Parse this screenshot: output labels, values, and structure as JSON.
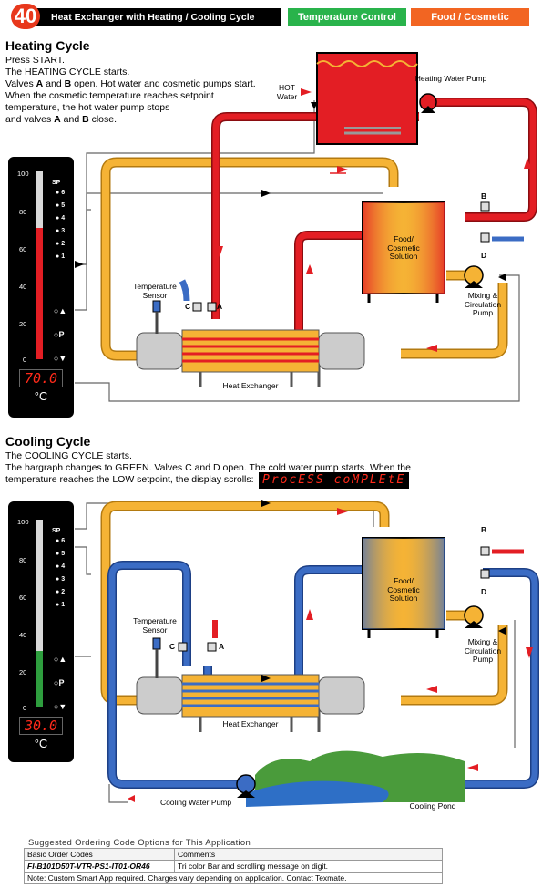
{
  "header": {
    "number": "40",
    "title": "Heat Exchanger with Heating / Cooling Cycle Control.",
    "tag_1": "Temperature Control",
    "tag_2": "Food / Cosmetic"
  },
  "heating": {
    "title": "Heating Cycle",
    "line_1": "Press START.",
    "line_2": "The HEATING CYCLE starts.",
    "line_3a": "Valves ",
    "valve_a": "A",
    "line_3b": " and ",
    "valve_b": "B",
    "line_3c": " open. Hot water  and cosmetic pumps start.",
    "line_4": "When  the  cosmetic  temperature  reaches  setpoint",
    "line_5": "temperature, the hot water pump stops",
    "line_6a": "and valves ",
    "line_6b": " and ",
    "line_6c": " close.",
    "meter_reading": "70.0",
    "bar_level": 0.7,
    "bar_color": "#e31e24"
  },
  "cooling": {
    "title": "Cooling Cycle",
    "line_1": "The COOLING CYCLE starts.",
    "line_2": "The bargraph changes to GREEN. Valves C and D open. The cold water pump starts. When the",
    "line_3": "temperature reaches the LOW setpoint, the display scrolls:",
    "scroll_message": "ProcESS coMPLEtE",
    "meter_reading": "30.0",
    "bar_level": 0.3,
    "bar_color": "#2e9e3e"
  },
  "meter": {
    "scale": [
      "100",
      "80",
      "60",
      "40",
      "20",
      "0"
    ],
    "sp_label": "SP",
    "sp_numbers": [
      "6",
      "5",
      "4",
      "3",
      "2",
      "1"
    ],
    "key_p": "P",
    "unit": "°C"
  },
  "labels": {
    "hot_water": "HOT\nWater",
    "heating_pump": "Heating Water Pump",
    "solution": "Food/\nCosmetic\nSolution",
    "mixing_pump": "Mixing &\nCirculation\nPump",
    "temp_sensor": "Temperature\nSensor",
    "heat_exchanger": "Heat Exchanger",
    "cooling_pump": "Cooling Water Pump",
    "cooling_pond": "Cooling Pond",
    "valve_a": "A",
    "valve_b": "B",
    "valve_c": "C",
    "valve_d": "D"
  },
  "colors": {
    "hot_pipe": "#e31e24",
    "cold_pipe": "#3b6cc4",
    "product_pipe": "#f5b335",
    "grey_line": "#555555"
  },
  "ordering": {
    "caption": "Suggested Ordering Code Options for This Application",
    "col_1": "Basic Order Codes",
    "col_2": "Comments",
    "code": "FI-B101D50T-VTR-PS1-IT01-OR46",
    "comment": "Tri color Bar and scrolling message on digit.",
    "note": "Note: Custom Smart App required. Charges vary depending on application. Contact Texmate."
  }
}
